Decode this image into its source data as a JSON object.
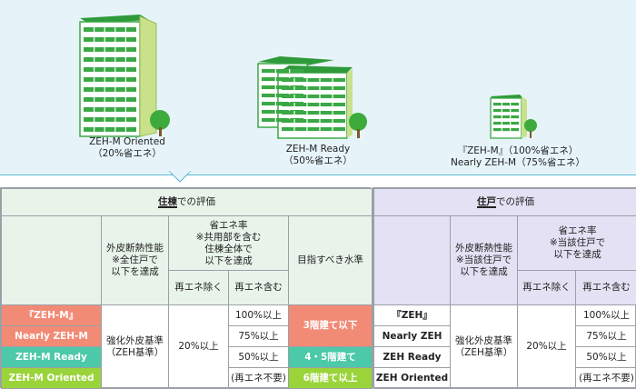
{
  "buildings": [
    {
      "label_line1": "ZEH-M Oriented",
      "label_line2": "（20%省エネ）"
    },
    {
      "label_line1": "ZEH-M Ready",
      "label_line2": "（50%省エネ）"
    },
    {
      "label_line1": "『ZEH-M』（100%省エネ）",
      "label_line2": "Nearly ZEH-M（75%省エネ）"
    }
  ],
  "left_table": {
    "title_highlight": "住棟",
    "title_rest": "での評価",
    "col_envelope": [
      "外皮断熱性能",
      "※全住戸で",
      "以下を達成"
    ],
    "col_energy": [
      "省エネ率",
      "※共用部を含む",
      "住棟全体で",
      "以下を達成"
    ],
    "sub_exclude": "再エネ除く",
    "sub_include": "再エネ含む",
    "col_target": "目指すべき水準",
    "levels": [
      "『ZEH-M』",
      "Nearly ZEH-M",
      "ZEH-M Ready",
      "ZEH-M Oriented"
    ],
    "envelope_value": [
      "強化外皮基準",
      "（ZEH基準）"
    ],
    "exclude_value": "20%以上",
    "include_values": [
      "100%以上",
      "75%以上",
      "50%以上",
      "(再エネ不要)"
    ],
    "targets": [
      "3階建て以下",
      "4・5階建て",
      "6階建て以上"
    ]
  },
  "right_table": {
    "title_highlight": "住戸",
    "title_rest": "での評価",
    "col_envelope": [
      "外皮断熱性能",
      "※当該住戸で",
      "以下を達成"
    ],
    "col_energy": [
      "省エネ率",
      "※当該住戸で",
      "以下を達成"
    ],
    "sub_exclude": "再エネ除く",
    "sub_include": "再エネ含む",
    "levels": [
      "『ZEH』",
      "Nearly ZEH",
      "ZEH Ready",
      "ZEH Oriented"
    ],
    "envelope_value": [
      "強化外皮基準",
      "（ZEH基準）"
    ],
    "exclude_value": "20%以上",
    "include_values": [
      "100%以上",
      "75%以上",
      "50%以上",
      "(再エネ不要)"
    ]
  },
  "colors": {
    "building_green": "#3aa845",
    "tower_side": "#c8e18a",
    "tree": "#3cab3c",
    "red": "#f28b76",
    "teal": "#4cc9a8",
    "lime": "#9ad43a"
  }
}
